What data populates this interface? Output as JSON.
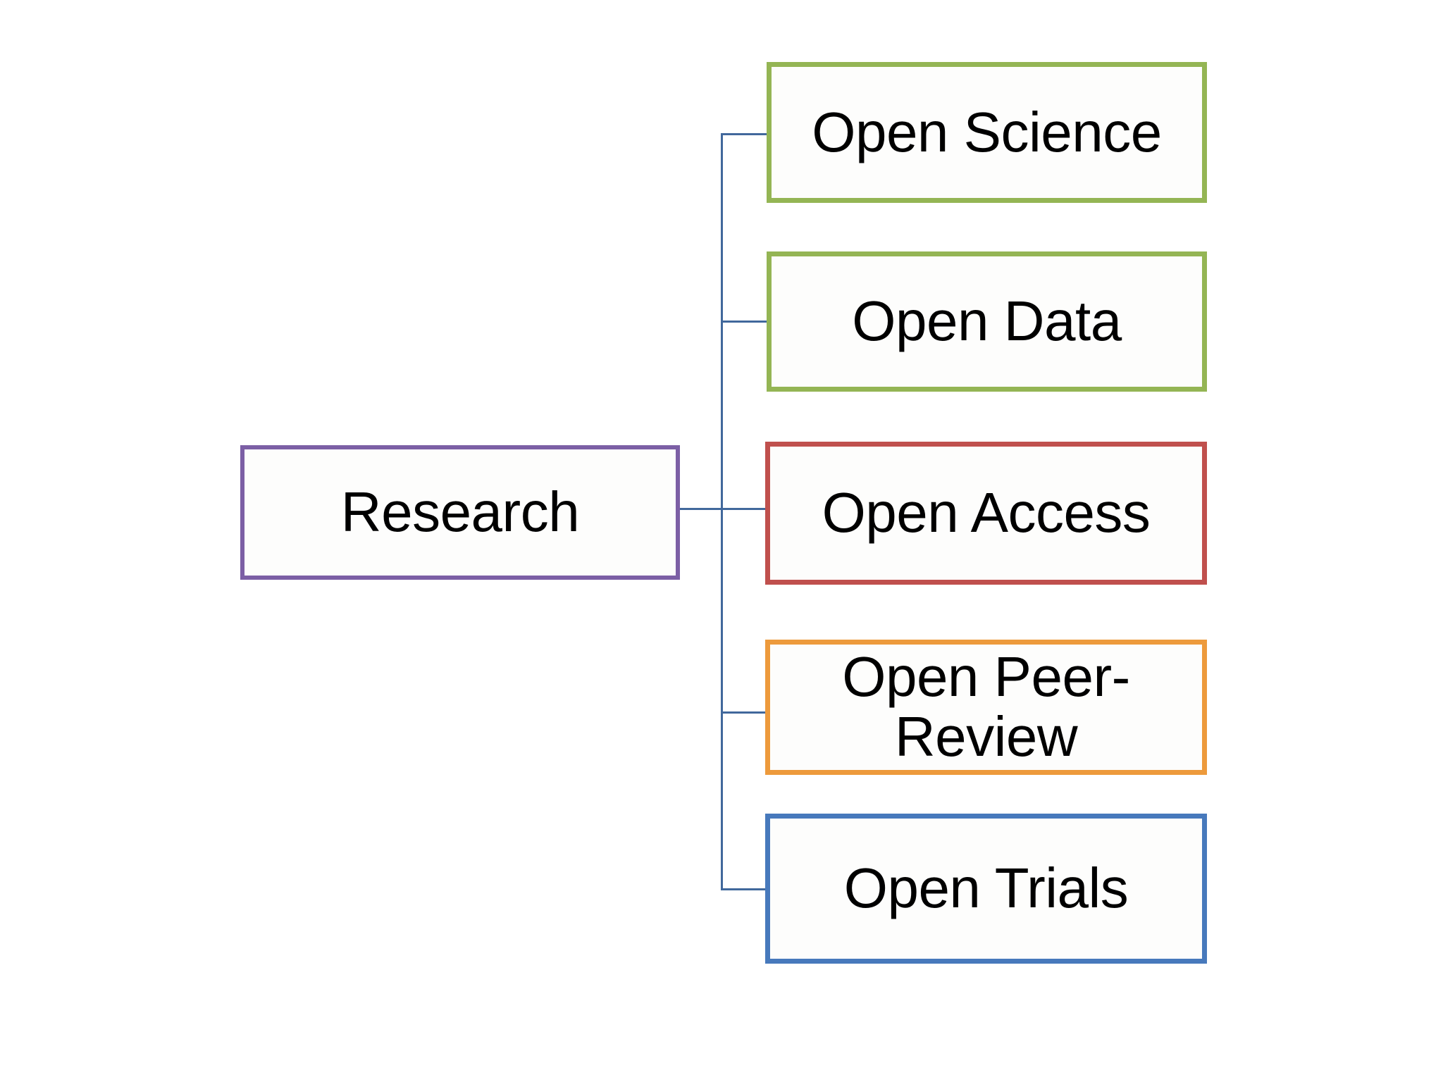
{
  "diagram": {
    "type": "hierarchy-tree",
    "background_color": "#ffffff",
    "connector_color": "#41689c",
    "root": {
      "label": "Research",
      "border_color": "#7c5fa5",
      "fill_color": "#fdfdfc",
      "text_color": "#000000"
    },
    "children": [
      {
        "label": "Open Science",
        "border_color": "#94b554",
        "fill_color": "#fdfdfc",
        "text_color": "#000000"
      },
      {
        "label": "Open Data",
        "border_color": "#94b554",
        "fill_color": "#fdfdfc",
        "text_color": "#000000"
      },
      {
        "label": "Open Access",
        "border_color": "#c0504d",
        "fill_color": "#fdfdfc",
        "text_color": "#000000"
      },
      {
        "label": "Open Peer-\nReview",
        "border_color": "#ed9a3c",
        "fill_color": "#fdfdfc",
        "text_color": "#000000"
      },
      {
        "label": "Open Trials",
        "border_color": "#4779bc",
        "fill_color": "#fdfdfc",
        "text_color": "#000000"
      }
    ]
  }
}
